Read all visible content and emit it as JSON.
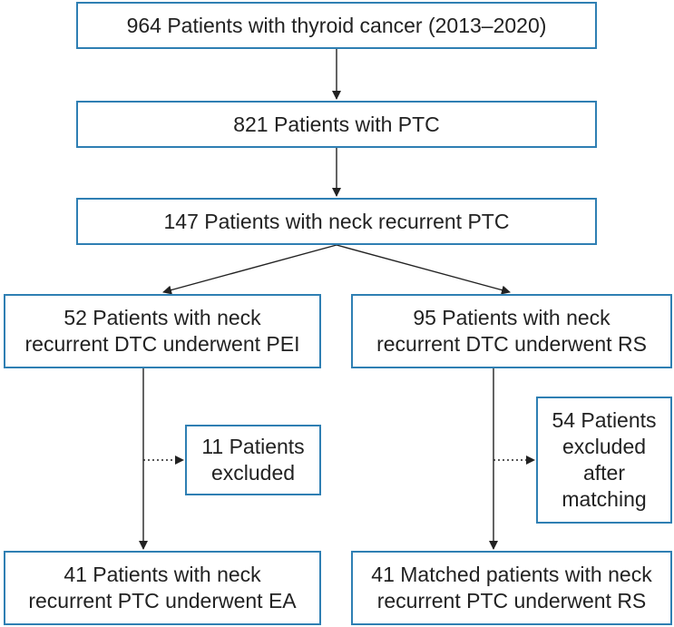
{
  "diagram": {
    "type": "flowchart",
    "colors": {
      "box_border": "#2f7fb3",
      "arrow": "#222222",
      "text": "#222222"
    },
    "boxes": {
      "total": "964 Patients with thyroid cancer (2013–2020)",
      "ptc": "821 Patients with PTC",
      "recurrent": "147 Patients with neck recurrent PTC",
      "pei": "52 Patients with neck\nrecurrent DTC underwent PEI",
      "rs": "95 Patients with neck\nrecurrent DTC underwent RS",
      "excluded_left": "11 Patients\nexcluded",
      "excluded_right": "54 Patients\nexcluded\nafter\nmatching",
      "ea": "41 Patients with neck\nrecurrent PTC underwent EA",
      "matched": "41 Matched patients with neck\nrecurrent PTC underwent RS"
    },
    "edges": [
      {
        "from": "total",
        "to": "ptc",
        "style": "solid"
      },
      {
        "from": "ptc",
        "to": "recurrent",
        "style": "solid"
      },
      {
        "from": "recurrent",
        "to": "pei",
        "style": "solid"
      },
      {
        "from": "recurrent",
        "to": "rs",
        "style": "solid"
      },
      {
        "from": "pei",
        "to": "ea",
        "style": "solid"
      },
      {
        "from": "rs",
        "to": "matched",
        "style": "solid"
      },
      {
        "from": "pei",
        "to": "excluded_left",
        "style": "dotted"
      },
      {
        "from": "rs",
        "to": "excluded_right",
        "style": "dotted"
      }
    ]
  }
}
